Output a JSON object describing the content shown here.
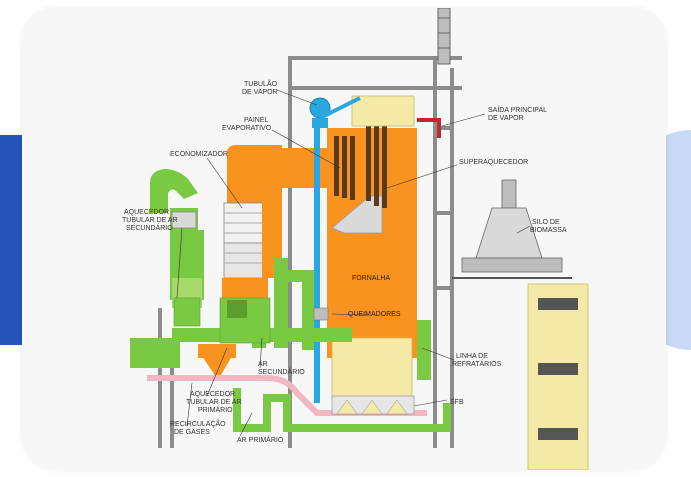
{
  "labels": {
    "tubulao_1": "TUBULÃO",
    "tubulao_2": "DE VAPOR",
    "saida_1": "SAÍDA PRINCIPAL",
    "saida_2": "DE VAPOR",
    "painel_1": "PAINEL",
    "painel_2": "EVAPORATIVO",
    "economizador": "ECONOMIZADOR",
    "superaquecedor": "SUPERAQUECEDOR",
    "aquec_sec_1": "AQUECEDOR",
    "aquec_sec_2": "TUBULAR DE AR",
    "aquec_sec_3": "SECUNDÁRIO",
    "silo_1": "SILO DE",
    "silo_2": "BIOMASSA",
    "fornalha": "FORNALHA",
    "queimadores": "QUEIMADORES",
    "linha_1": "LINHA DE",
    "linha_2": "REFRATÁRIOS",
    "ar_sec_1": "AR",
    "ar_sec_2": "SECUNDÁRIO",
    "aquec_prim_1": "AQUECEDOR",
    "aquec_prim_2": "TUBULAR DE AR",
    "aquec_prim_3": "PRIMÁRIO",
    "recirc_1": "RECIRCULAÇÃO",
    "recirc_2": "DE GASES",
    "ar_primario": "AR PRIMÁRIO",
    "sfb": "SFB"
  },
  "colors": {
    "orange": "#f7931e",
    "green": "#7ac943",
    "light_green": "#a8d86a",
    "blue": "#29a8df",
    "pink": "#f4b6c2",
    "yellow": "#f5e9a8",
    "steel": "#8c8c8c",
    "red": "#c1272d"
  }
}
